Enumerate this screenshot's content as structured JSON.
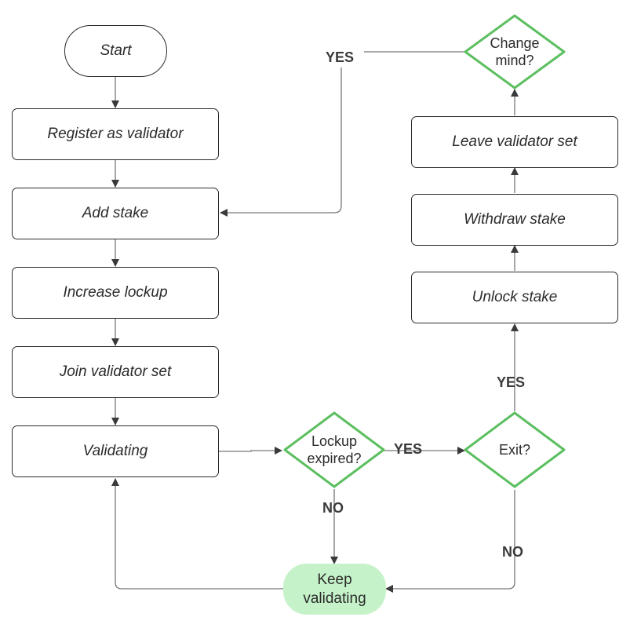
{
  "nodes": {
    "start": "Start",
    "register": "Register as validator",
    "add_stake": "Add stake",
    "increase_lockup": "Increase lockup",
    "join_set": "Join validator set",
    "validating": "Validating",
    "lockup_expired": "Lockup expired?",
    "exit": "Exit?",
    "keep_validating": "Keep validating",
    "unlock_stake": "Unlock stake",
    "withdraw_stake": "Withdraw stake",
    "leave_set": "Leave validator set",
    "change_mind": "Change mind?"
  },
  "edges": {
    "yes_change_mind": "YES",
    "yes_lockup": "YES",
    "no_lockup": "NO",
    "yes_exit": "YES",
    "no_exit": "NO"
  },
  "colors": {
    "decision_border": "#5cbf60",
    "keep_fill": "#c5f2c9",
    "connector": "#666666"
  }
}
